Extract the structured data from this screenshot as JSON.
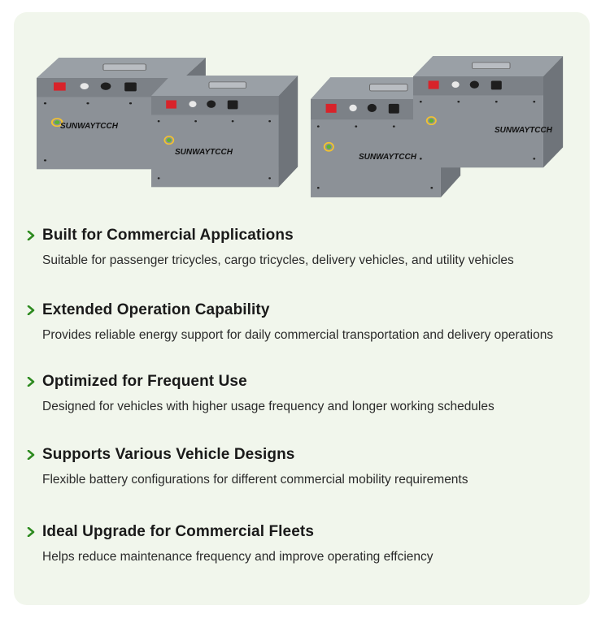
{
  "brand": "SUNWAYTCCH",
  "colors": {
    "accent": "#2d8a1f",
    "panel_bg": "#f1f6ec",
    "battery_body": "#8e9399"
  },
  "features": [
    {
      "icon": "chevron-right-icon",
      "title": "Built for Commercial Applications",
      "description": "Suitable for passenger tricycles, cargo tricycles, delivery vehicles, and utility vehicles"
    },
    {
      "icon": "chevron-right-icon",
      "title": "Extended Operation Capability",
      "description": "Provides reliable energy support for daily commercial transportation and delivery operations"
    },
    {
      "icon": "chevron-right-icon",
      "title": "Optimized for Frequent Use",
      "description": "Designed for vehicles with higher usage frequency and longer working schedules"
    },
    {
      "icon": "chevron-right-icon",
      "title": "Supports Various Vehicle Designs",
      "description": "Flexible battery configurations for different commercial mobility requirements"
    },
    {
      "icon": "chevron-right-icon",
      "title": "Ideal Upgrade for Commercial Fleets",
      "description": "Helps reduce maintenance frequency and improve operating effciency"
    }
  ]
}
